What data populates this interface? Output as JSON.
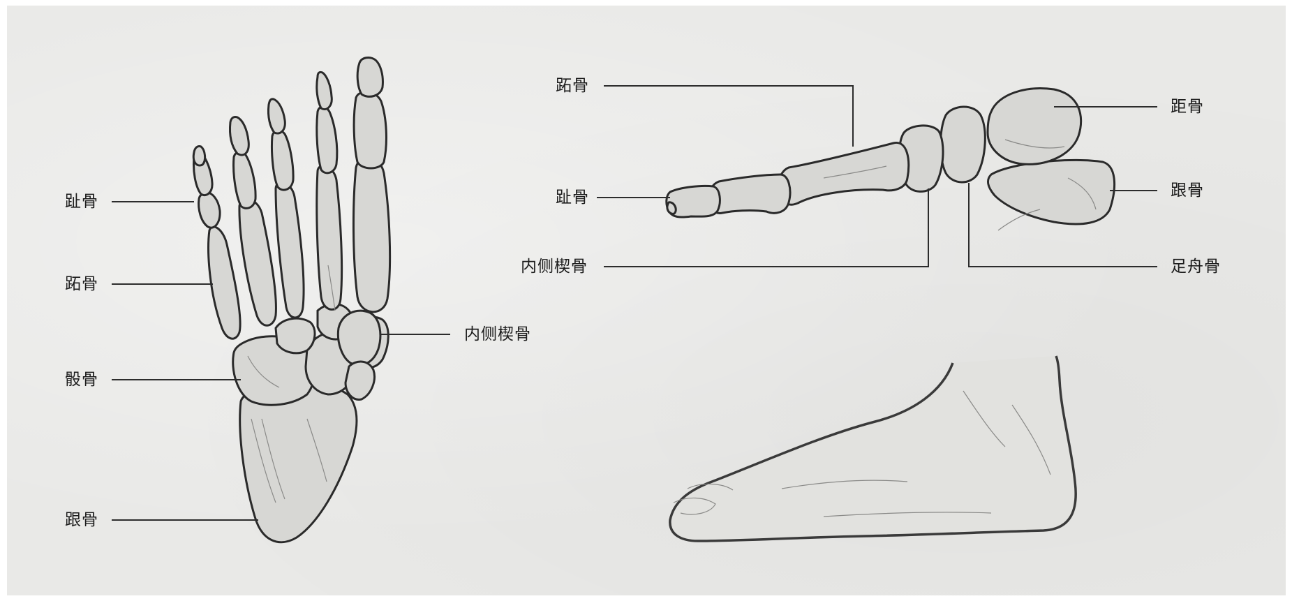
{
  "left_labels": {
    "phalanges": "趾骨",
    "metatarsals": "跖骨",
    "cuboid": "骰骨",
    "calcaneus": "跟骨",
    "medial_cuneiform": "内侧楔骨"
  },
  "top_right_labels": {
    "metatarsals": "跖骨",
    "phalanges": "趾骨",
    "medial_cuneiform": "内侧楔骨",
    "talus": "距骨",
    "calcaneus": "跟骨",
    "navicular": "足舟骨"
  },
  "colors": {
    "paper": "#e9e9e7",
    "ink": "#2a2a2a",
    "bone": "#d7d7d4"
  }
}
